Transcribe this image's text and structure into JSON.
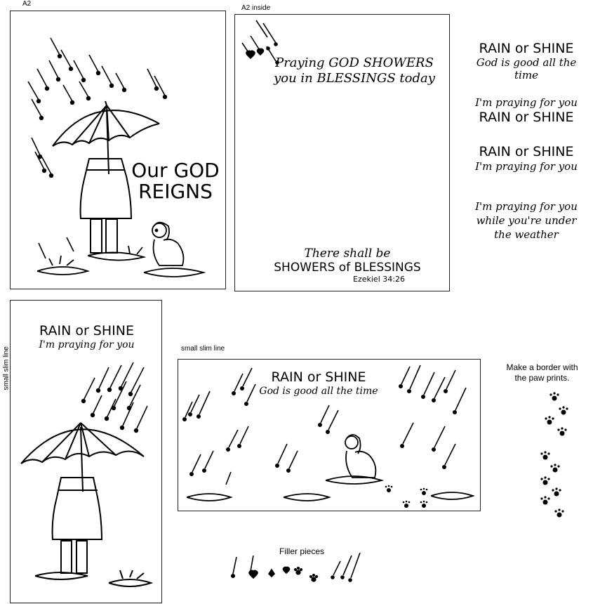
{
  "labels": {
    "a2": "A2",
    "a2_inside": "A2 inside",
    "small_slim_line_vertical": "small slim line",
    "small_slim_line": "small slim line",
    "filler_pieces": "Filler pieces"
  },
  "card_a2": {
    "title_line1": "Our GOD",
    "title_line2": "REIGNS"
  },
  "card_a2_inside": {
    "top_line1": "Praying GOD SHOWERS",
    "top_line2": "you in BLESSINGS today",
    "bottom_line1": "There shall be",
    "bottom_line2": "SHOWERS of BLESSINGS",
    "reference": "Ezekiel 34:26"
  },
  "sentiments": [
    {
      "line1": "RAIN or SHINE",
      "line2": "God is good all the time"
    },
    {
      "line1": "I'm praying for you",
      "line2": "RAIN or SHINE"
    },
    {
      "line1": "RAIN or SHINE",
      "line2": "I'm praying for you"
    },
    {
      "line1": "I'm praying for you",
      "line2": "while you're under",
      "line3": "the weather"
    }
  ],
  "card_slim_vertical": {
    "line1": "RAIN or SHINE",
    "line2": "I'm praying for you"
  },
  "card_slim_horizontal": {
    "line1": "RAIN or SHINE",
    "line2": "God is good all the time"
  },
  "paw_note": {
    "line1": "Make a border with",
    "line2": "the paw prints."
  },
  "colors": {
    "ink": "#000000",
    "border": "#222222",
    "background": "#ffffff"
  }
}
